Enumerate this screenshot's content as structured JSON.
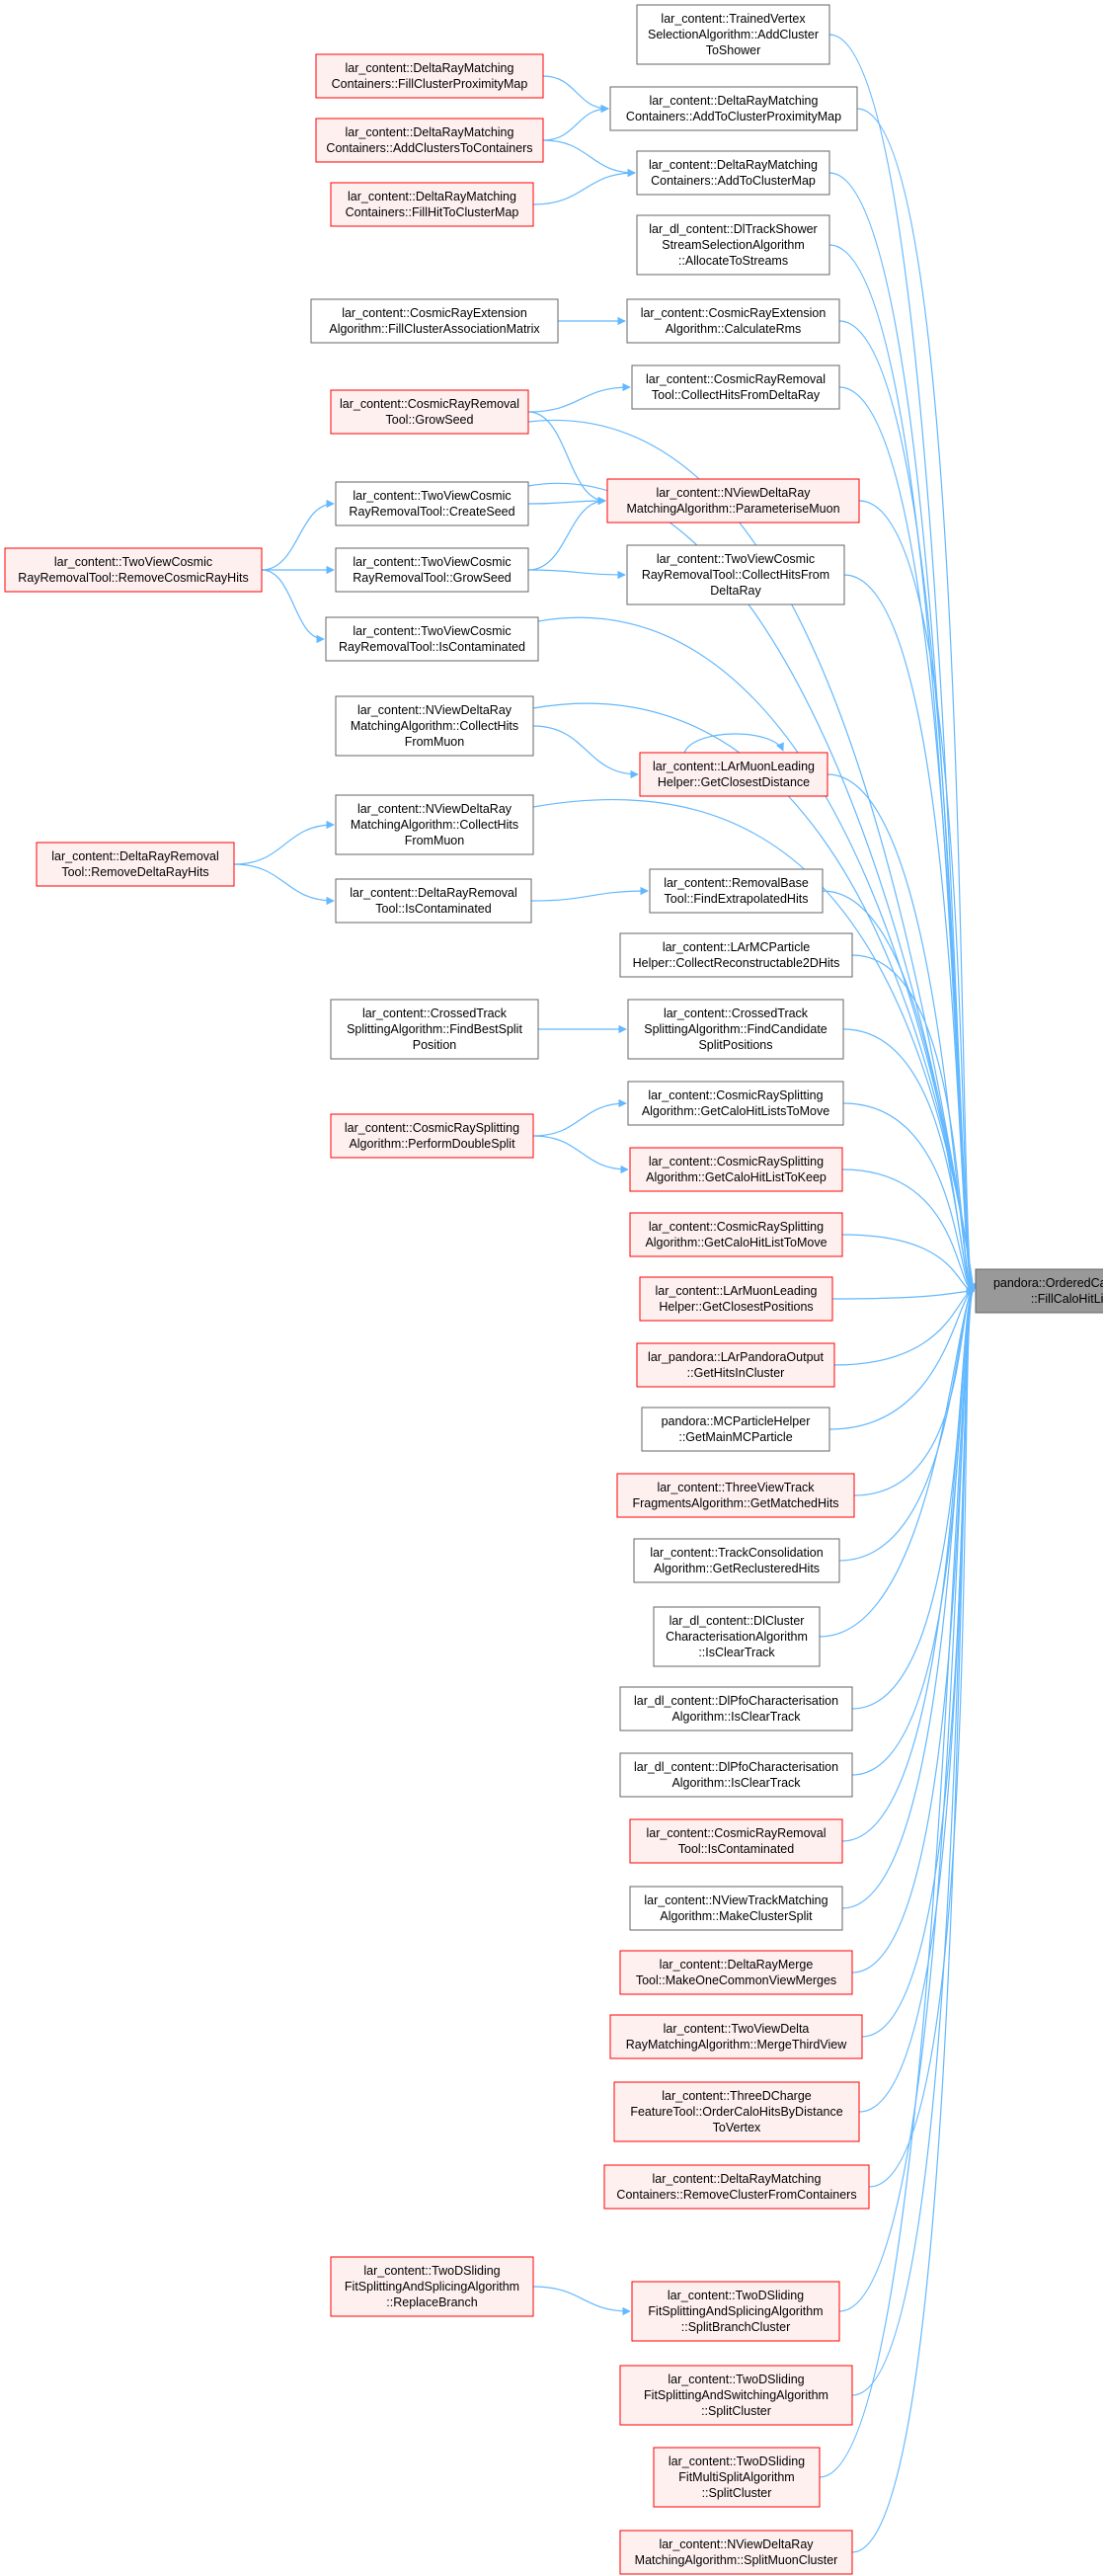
{
  "colors": {
    "edge": "#63b8ff",
    "box_border_plain": "#666666",
    "box_border_red": "#ff0000",
    "box_fill_plain": "#ffffff",
    "box_fill_red": "#fff0f0",
    "target_fill": "#999999",
    "target_border": "#666666"
  },
  "nodes": [
    {
      "id": "target",
      "lines": [
        "pandora::OrderedCaloHitList",
        "::FillCaloHitList"
      ],
      "style": "target"
    },
    {
      "id": "c1",
      "lines": [
        "lar_content::TrainedVertex",
        "SelectionAlgorithm::AddCluster",
        "ToShower"
      ],
      "style": "plain"
    },
    {
      "id": "c2",
      "lines": [
        "lar_content::DeltaRayMatching",
        "Containers::AddToClusterProximityMap"
      ],
      "style": "plain"
    },
    {
      "id": "c3",
      "lines": [
        "lar_content::DeltaRayMatching",
        "Containers::AddToClusterMap"
      ],
      "style": "plain"
    },
    {
      "id": "c4",
      "lines": [
        "lar_dl_content::DlTrackShower",
        "StreamSelectionAlgorithm",
        "::AllocateToStreams"
      ],
      "style": "plain"
    },
    {
      "id": "c5",
      "lines": [
        "lar_content::CosmicRayExtension",
        "Algorithm::CalculateRms"
      ],
      "style": "plain"
    },
    {
      "id": "c6",
      "lines": [
        "lar_content::CosmicRayRemoval",
        "Tool::CollectHitsFromDeltaRay"
      ],
      "style": "plain"
    },
    {
      "id": "c7",
      "lines": [
        "lar_content::NViewDeltaRay",
        "MatchingAlgorithm::ParameteriseMuon"
      ],
      "style": "red"
    },
    {
      "id": "c8",
      "lines": [
        "lar_content::TwoViewCosmic",
        "RayRemovalTool::CollectHitsFrom",
        "DeltaRay"
      ],
      "style": "plain"
    },
    {
      "id": "c9",
      "lines": [
        "lar_content::LArMuonLeading",
        "Helper::GetClosestDistance"
      ],
      "style": "red"
    },
    {
      "id": "c10",
      "lines": [
        "lar_content::RemovalBase",
        "Tool::FindExtrapolatedHits"
      ],
      "style": "plain"
    },
    {
      "id": "c11",
      "lines": [
        "lar_content::LArMCParticle",
        "Helper::CollectReconstructable2DHits"
      ],
      "style": "plain"
    },
    {
      "id": "c12",
      "lines": [
        "lar_content::CrossedTrack",
        "SplittingAlgorithm::FindCandidate",
        "SplitPositions"
      ],
      "style": "plain"
    },
    {
      "id": "c13",
      "lines": [
        "lar_content::CosmicRaySplitting",
        "Algorithm::GetCaloHitListsToMove"
      ],
      "style": "plain"
    },
    {
      "id": "c14",
      "lines": [
        "lar_content::CosmicRaySplitting",
        "Algorithm::GetCaloHitListToKeep"
      ],
      "style": "red"
    },
    {
      "id": "c15",
      "lines": [
        "lar_content::CosmicRaySplitting",
        "Algorithm::GetCaloHitListToMove"
      ],
      "style": "red"
    },
    {
      "id": "c16",
      "lines": [
        "lar_content::LArMuonLeading",
        "Helper::GetClosestPositions"
      ],
      "style": "red"
    },
    {
      "id": "c17",
      "lines": [
        "lar_pandora::LArPandoraOutput",
        "::GetHitsInCluster"
      ],
      "style": "red"
    },
    {
      "id": "c18",
      "lines": [
        "pandora::MCParticleHelper",
        "::GetMainMCParticle"
      ],
      "style": "plain"
    },
    {
      "id": "c19",
      "lines": [
        "lar_content::ThreeViewTrack",
        "FragmentsAlgorithm::GetMatchedHits"
      ],
      "style": "red"
    },
    {
      "id": "c20",
      "lines": [
        "lar_content::TrackConsolidation",
        "Algorithm::GetReclusteredHits"
      ],
      "style": "plain"
    },
    {
      "id": "c21",
      "lines": [
        "lar_dl_content::DlCluster",
        "CharacterisationAlgorithm",
        "::IsClearTrack"
      ],
      "style": "plain"
    },
    {
      "id": "c22",
      "lines": [
        "lar_dl_content::DlPfoCharacterisation",
        "Algorithm::IsClearTrack"
      ],
      "style": "plain"
    },
    {
      "id": "c23",
      "lines": [
        "lar_dl_content::DlPfoCharacterisation",
        "Algorithm::IsClearTrack"
      ],
      "style": "plain"
    },
    {
      "id": "c24",
      "lines": [
        "lar_content::CosmicRayRemoval",
        "Tool::IsContaminated"
      ],
      "style": "red"
    },
    {
      "id": "c25",
      "lines": [
        "lar_content::NViewTrackMatching",
        "Algorithm::MakeClusterSplit"
      ],
      "style": "plain"
    },
    {
      "id": "c26",
      "lines": [
        "lar_content::DeltaRayMerge",
        "Tool::MakeOneCommonViewMerges"
      ],
      "style": "red"
    },
    {
      "id": "c27",
      "lines": [
        "lar_content::TwoViewDelta",
        "RayMatchingAlgorithm::MergeThirdView"
      ],
      "style": "red"
    },
    {
      "id": "c28",
      "lines": [
        "lar_content::ThreeDCharge",
        "FeatureTool::OrderCaloHitsByDistance",
        "ToVertex"
      ],
      "style": "red"
    },
    {
      "id": "c29",
      "lines": [
        "lar_content::DeltaRayMatching",
        "Containers::RemoveClusterFromContainers"
      ],
      "style": "red"
    },
    {
      "id": "c30",
      "lines": [
        "lar_content::TwoDSliding",
        "FitSplittingAndSplicingAlgorithm",
        "::SplitBranchCluster"
      ],
      "style": "red"
    },
    {
      "id": "c31",
      "lines": [
        "lar_content::TwoDSliding",
        "FitSplittingAndSwitchingAlgorithm",
        "::SplitCluster"
      ],
      "style": "red"
    },
    {
      "id": "c32",
      "lines": [
        "lar_content::TwoDSliding",
        "FitMultiSplitAlgorithm",
        "::SplitCluster"
      ],
      "style": "red"
    },
    {
      "id": "c33",
      "lines": [
        "lar_content::NViewDeltaRay",
        "MatchingAlgorithm::SplitMuonCluster"
      ],
      "style": "red"
    },
    {
      "id": "m1",
      "lines": [
        "lar_content::TwoViewCosmic",
        "RayRemovalTool::CreateSeed"
      ],
      "style": "plain"
    },
    {
      "id": "m2",
      "lines": [
        "lar_content::TwoViewCosmic",
        "RayRemovalTool::GrowSeed"
      ],
      "style": "plain"
    },
    {
      "id": "m3",
      "lines": [
        "lar_content::TwoViewCosmic",
        "RayRemovalTool::IsContaminated"
      ],
      "style": "plain"
    },
    {
      "id": "m4",
      "lines": [
        "lar_content::NViewDeltaRay",
        "MatchingAlgorithm::CollectHits",
        "FromMuon"
      ],
      "style": "plain"
    },
    {
      "id": "m5",
      "lines": [
        "lar_content::NViewDeltaRay",
        "MatchingAlgorithm::CollectHits",
        "FromMuon"
      ],
      "style": "plain"
    },
    {
      "id": "m6",
      "lines": [
        "lar_content::DeltaRayRemoval",
        "Tool::IsContaminated"
      ],
      "style": "plain"
    },
    {
      "id": "m7",
      "lines": [
        "lar_content::CrossedTrack",
        "SplittingAlgorithm::FindBestSplit",
        "Position"
      ],
      "style": "plain"
    },
    {
      "id": "l1",
      "lines": [
        "lar_content::DeltaRayMatching",
        "Containers::FillClusterProximityMap"
      ],
      "style": "red"
    },
    {
      "id": "l2",
      "lines": [
        "lar_content::DeltaRayMatching",
        "Containers::AddClustersToContainers"
      ],
      "style": "red"
    },
    {
      "id": "l3",
      "lines": [
        "lar_content::DeltaRayMatching",
        "Containers::FillHitToClusterMap"
      ],
      "style": "red"
    },
    {
      "id": "l4",
      "lines": [
        "lar_content::CosmicRayExtension",
        "Algorithm::FillClusterAssociationMatrix"
      ],
      "style": "plain"
    },
    {
      "id": "l5",
      "lines": [
        "lar_content::CosmicRayRemoval",
        "Tool::GrowSeed"
      ],
      "style": "red"
    },
    {
      "id": "l6",
      "lines": [
        "lar_content::TwoViewCosmic",
        "RayRemovalTool::RemoveCosmicRayHits"
      ],
      "style": "red"
    },
    {
      "id": "l7",
      "lines": [
        "lar_content::DeltaRayRemoval",
        "Tool::RemoveDeltaRayHits"
      ],
      "style": "red"
    },
    {
      "id": "l8",
      "lines": [
        "lar_content::CosmicRaySplitting",
        "Algorithm::PerformDoubleSplit"
      ],
      "style": "red"
    },
    {
      "id": "l9",
      "lines": [
        "lar_content::TwoDSliding",
        "FitSplittingAndSplicingAlgorithm",
        "::ReplaceBranch"
      ],
      "style": "red"
    }
  ]
}
